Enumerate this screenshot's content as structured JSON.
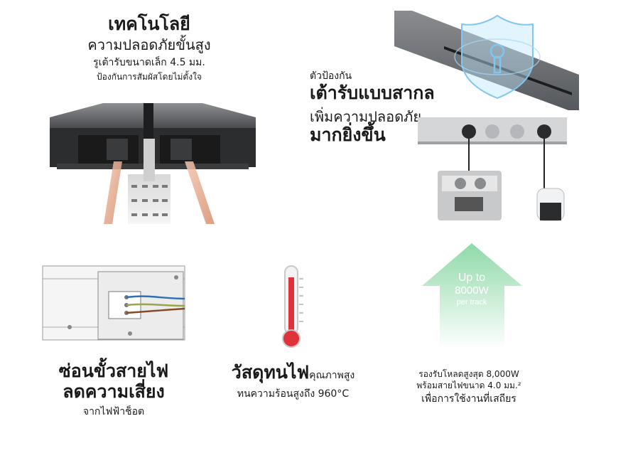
{
  "panels": {
    "technology": {
      "title": "เทคโนโลยี",
      "subtitle": "ความปลอดภัยขั้นสูง",
      "line3": "รูเต้ารับขนาดเล็ก 4.5 มม.",
      "line4": "ป้องกันการสัมผัสโดยไม่ตั้งใจ"
    },
    "universal": {
      "line1": "ตัวป้องกัน",
      "line2": "เต้ารับแบบสากล",
      "line3": "เพิ่มความปลอดภัย",
      "line4": "มากยิ่งขึ้น"
    },
    "hidden_wiring": {
      "line1": "ซ่อนขั้วสายไฟ",
      "line2": "ลดความเสี่ยง",
      "line3": "จากไฟฟ้าช็อต"
    },
    "fire_resistant": {
      "line1_main": "วัสดุทนไฟ",
      "line1_suffix": "คุณภาพสูง",
      "line2": "ทนความร้อนสูงถึง 960°C"
    },
    "load": {
      "arrow_line1": "Up to",
      "arrow_line2": "8000W",
      "arrow_line3": "per track",
      "line1": "รองรับโหลดสูงสุด 8,000W",
      "line2": "พร้อมสายไฟขนาด 4.0 มม.²",
      "line3": "เพื่อการใช้งานที่เสถียร"
    }
  },
  "colors": {
    "arrow_green": "#8fd9a8",
    "thermo_red": "#e0323a",
    "shield_blue": "#7fc7ef"
  },
  "icons": {
    "thermometer": "thermometer-icon",
    "shield": "shield-lock-icon",
    "arrow": "up-arrow-icon"
  }
}
